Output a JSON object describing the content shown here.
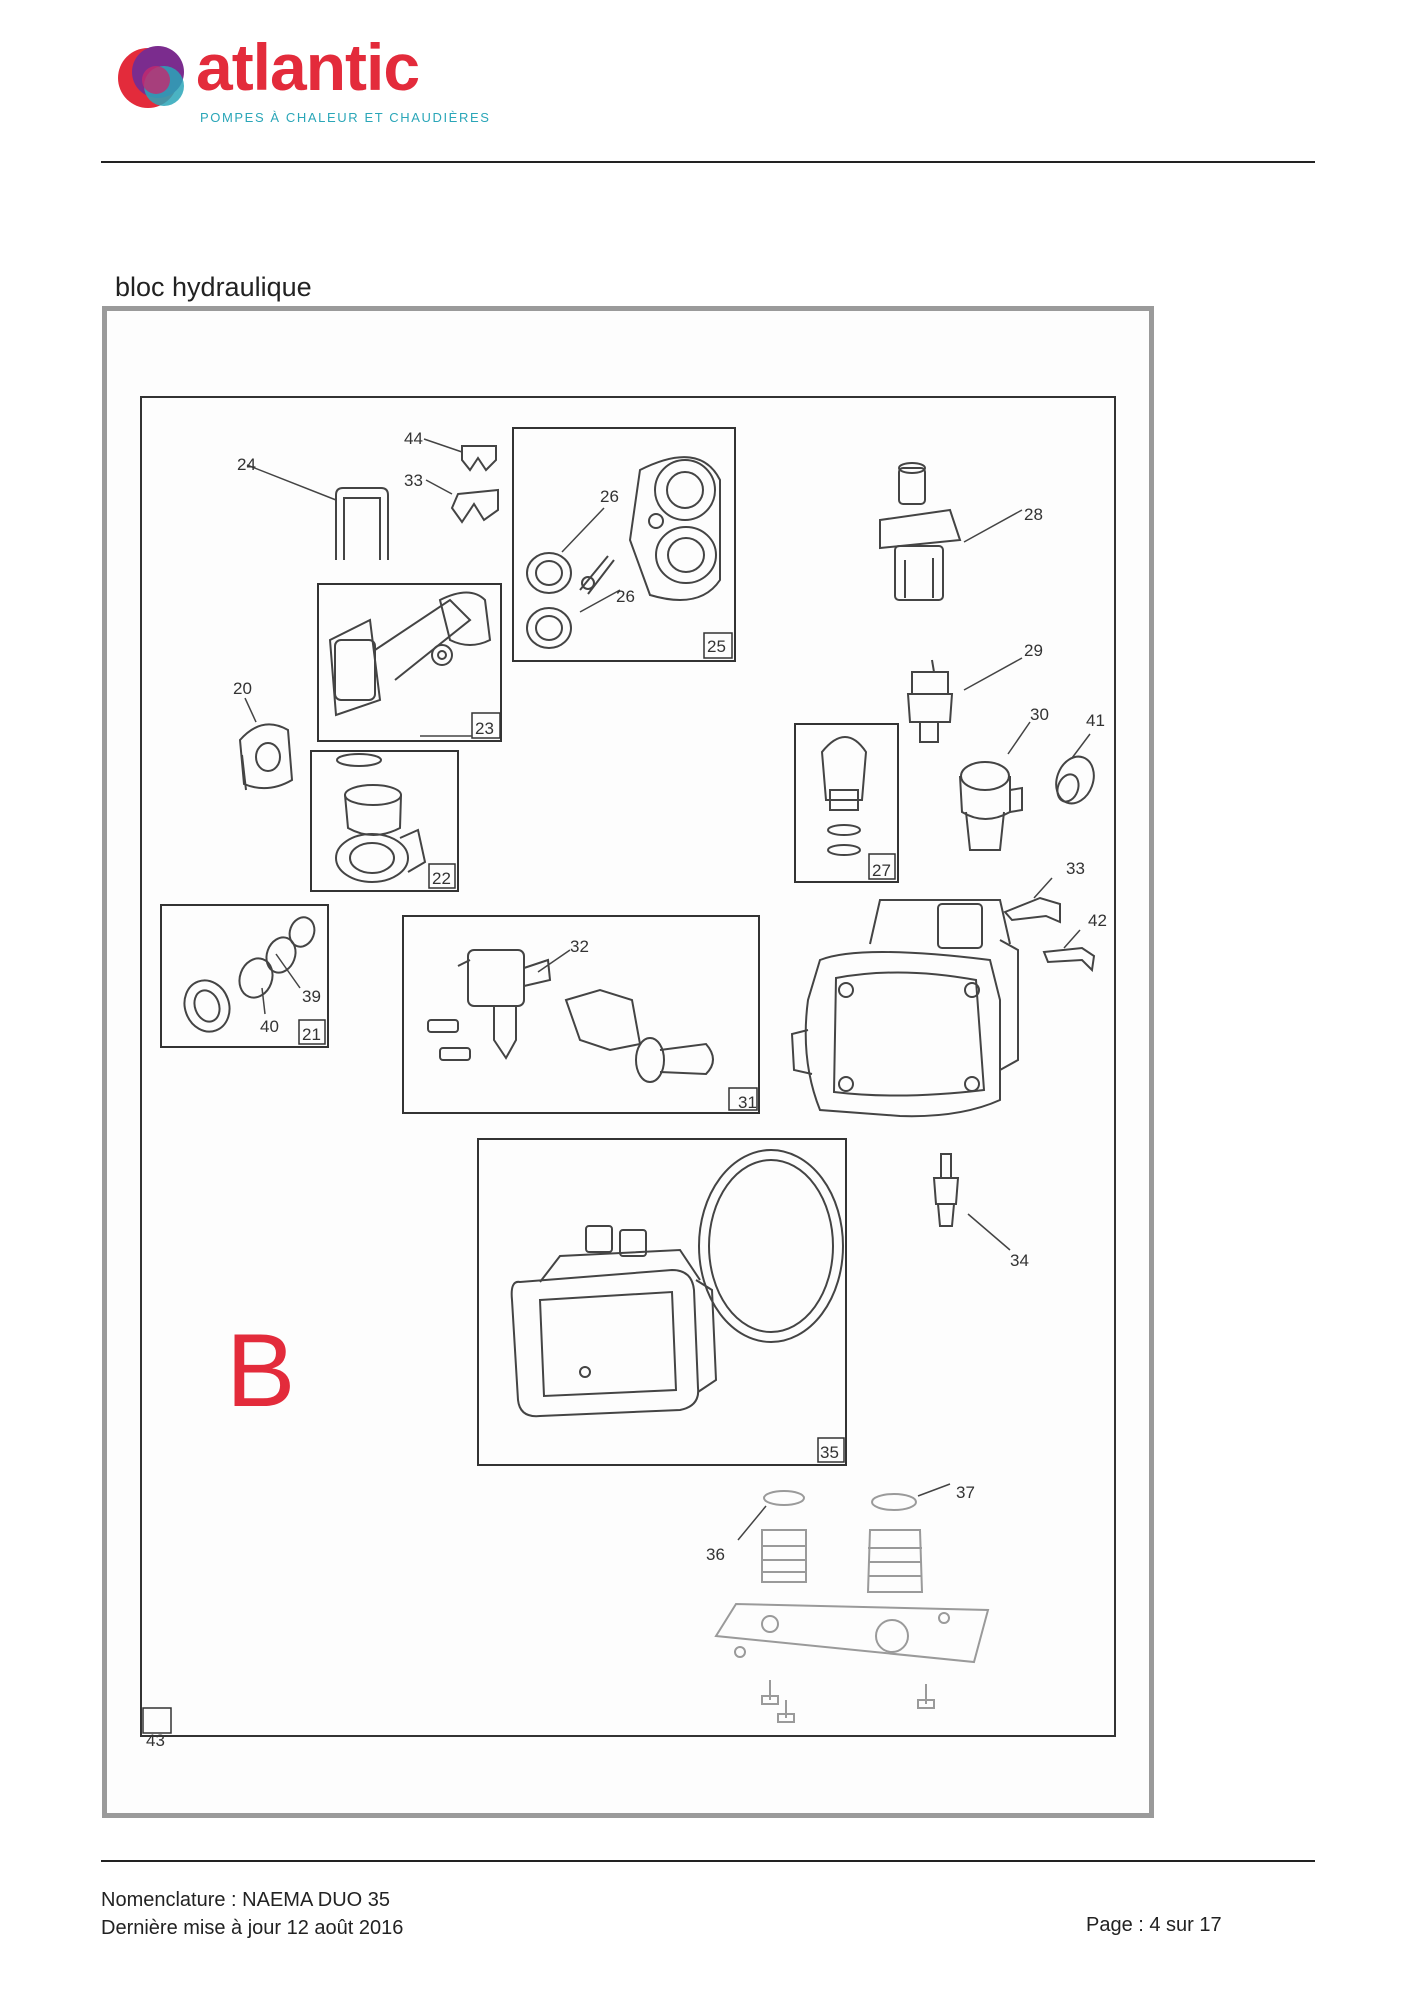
{
  "brand": {
    "name": "atlantic",
    "tagline": "POMPES À CHALEUR ET CHAUDIÈRES",
    "colors": {
      "red": "#e32b3b",
      "purple": "#7b2c8e",
      "teal": "#2aa6b8"
    }
  },
  "section_title": "bloc hydraulique",
  "diagram": {
    "letter": "B",
    "letter_color": "#e32b3b",
    "callouts": [
      "44",
      "33",
      "24",
      "26",
      "26",
      "25",
      "28",
      "20",
      "23",
      "29",
      "30",
      "41",
      "27",
      "22",
      "33",
      "42",
      "32",
      "39",
      "40",
      "21",
      "31",
      "34",
      "35",
      "37",
      "36",
      "43"
    ]
  },
  "footer": {
    "line1": "Nomenclature : NAEMA DUO 35",
    "line2": "Dernière mise à jour 12 août 2016",
    "page": "Page : 4 sur 17"
  }
}
